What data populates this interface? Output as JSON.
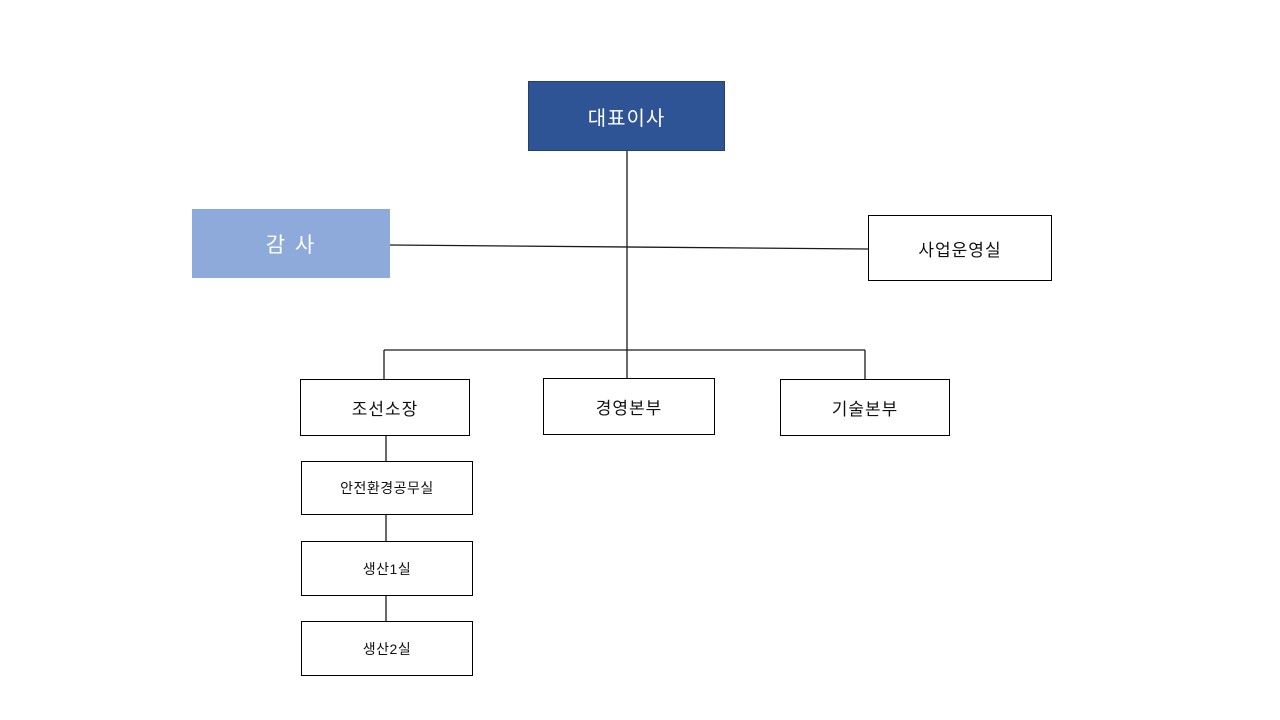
{
  "diagram": {
    "type": "org-chart",
    "nodes": {
      "ceo": {
        "label": "대표이사",
        "level": 1
      },
      "auditor": {
        "label": "감 사",
        "level": 2
      },
      "business_operations": {
        "label": "사업운영실",
        "level": 2
      },
      "shipyard_director": {
        "label": "조선소장",
        "level": 3
      },
      "management_hq": {
        "label": "경영본부",
        "level": 3
      },
      "technology_hq": {
        "label": "기술본부",
        "level": 3
      },
      "safety_environment_engineering": {
        "label": "안전환경공무실",
        "level": 4
      },
      "production_office_1": {
        "label": "생산1실",
        "level": 4
      },
      "production_office_2": {
        "label": "생산2실",
        "level": 4
      }
    },
    "edges": [
      {
        "from": "ceo",
        "to": "management_hq"
      },
      {
        "from": "ceo",
        "to": "shipyard_director"
      },
      {
        "from": "ceo",
        "to": "technology_hq"
      },
      {
        "from": "auditor",
        "to": "business_operations"
      },
      {
        "from": "shipyard_director",
        "to": "safety_environment_engineering"
      },
      {
        "from": "safety_environment_engineering",
        "to": "production_office_1"
      },
      {
        "from": "production_office_1",
        "to": "production_office_2"
      }
    ],
    "colors": {
      "primary_fill": "#2F5496",
      "secondary_fill": "#8EAADB",
      "plain_fill": "#FFFFFF",
      "box_border": "#000000",
      "connector_line": "#1A1A1A",
      "text_on_fill": "#FFFFFF",
      "text_plain": "#111111",
      "background": "#FFFFFF"
    }
  }
}
